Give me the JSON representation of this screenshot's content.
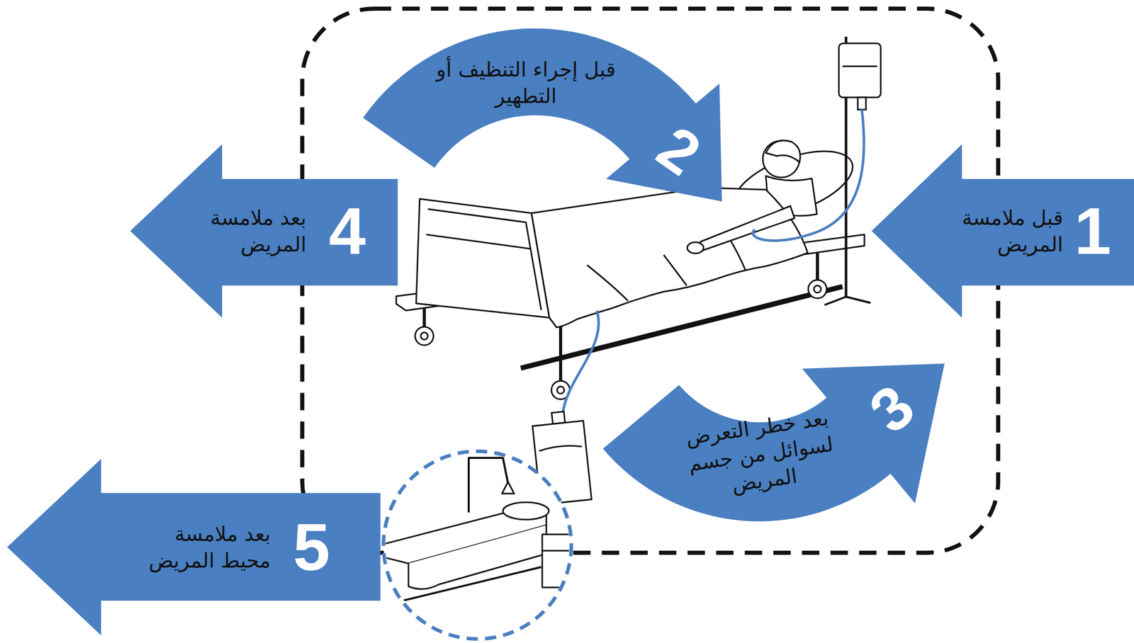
{
  "diagram": {
    "nodes": [
      {
        "text": [
          "1",
          "قبل ملامسة المريض"
        ]
      },
      {
        "text": [
          "2",
          "قبل إجراء التنظيف أو التطهير"
        ]
      },
      {
        "text": [
          "3",
          "بعد خطر التعرض لسوائل من جسم المريض"
        ]
      },
      {
        "text": [
          "4",
          "بعد ملامسة المريض"
        ]
      },
      {
        "text": [
          "5",
          "بعد ملامسة محيط المريض"
        ]
      }
    ]
  }
}
